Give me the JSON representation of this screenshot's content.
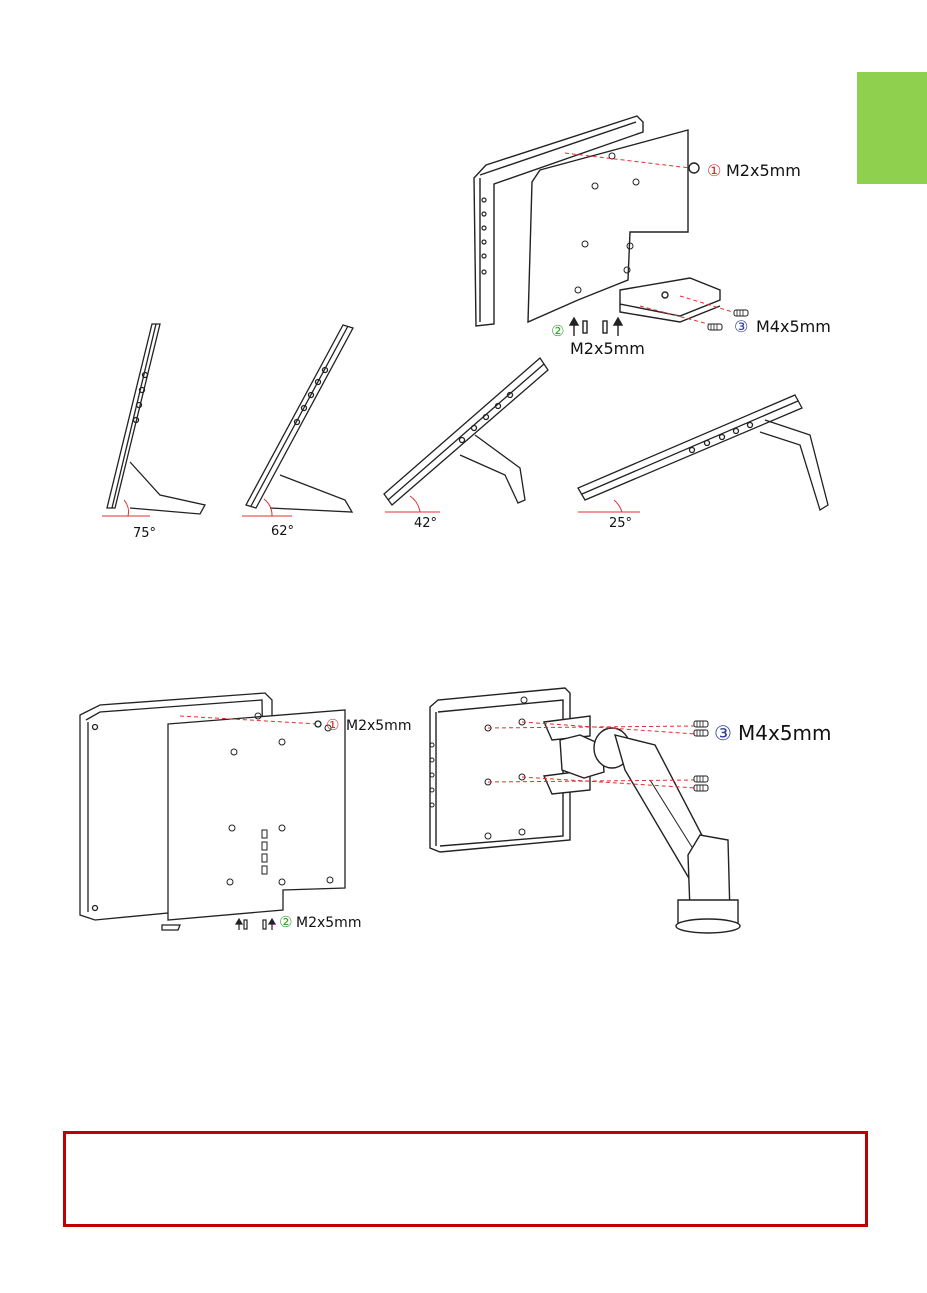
{
  "page": {
    "accent_tab_color": "#8fd14f",
    "warning_border_color": "#c00000"
  },
  "top_figure": {
    "callouts": [
      {
        "num": "①",
        "num_color": "#e03030",
        "text": "M2x5mm"
      },
      {
        "num": "②",
        "num_color": "#3aa635",
        "text": "M2x5mm"
      },
      {
        "num": "③",
        "num_color": "#2f3b9a",
        "text": "M4x5mm"
      }
    ]
  },
  "angles": [
    "75°",
    "62°",
    "42°",
    "25°"
  ],
  "bottom_left_figure": {
    "callouts": [
      {
        "num": "①",
        "num_color": "#e03030",
        "text": "M2x5mm"
      },
      {
        "num": "②",
        "num_color": "#3aa635",
        "text": "M2x5mm"
      }
    ]
  },
  "bottom_right_figure": {
    "callouts": [
      {
        "num": "③",
        "num_color": "#2f3b9a",
        "text": "M4x5mm"
      }
    ]
  },
  "warning_box": {
    "text": ""
  }
}
